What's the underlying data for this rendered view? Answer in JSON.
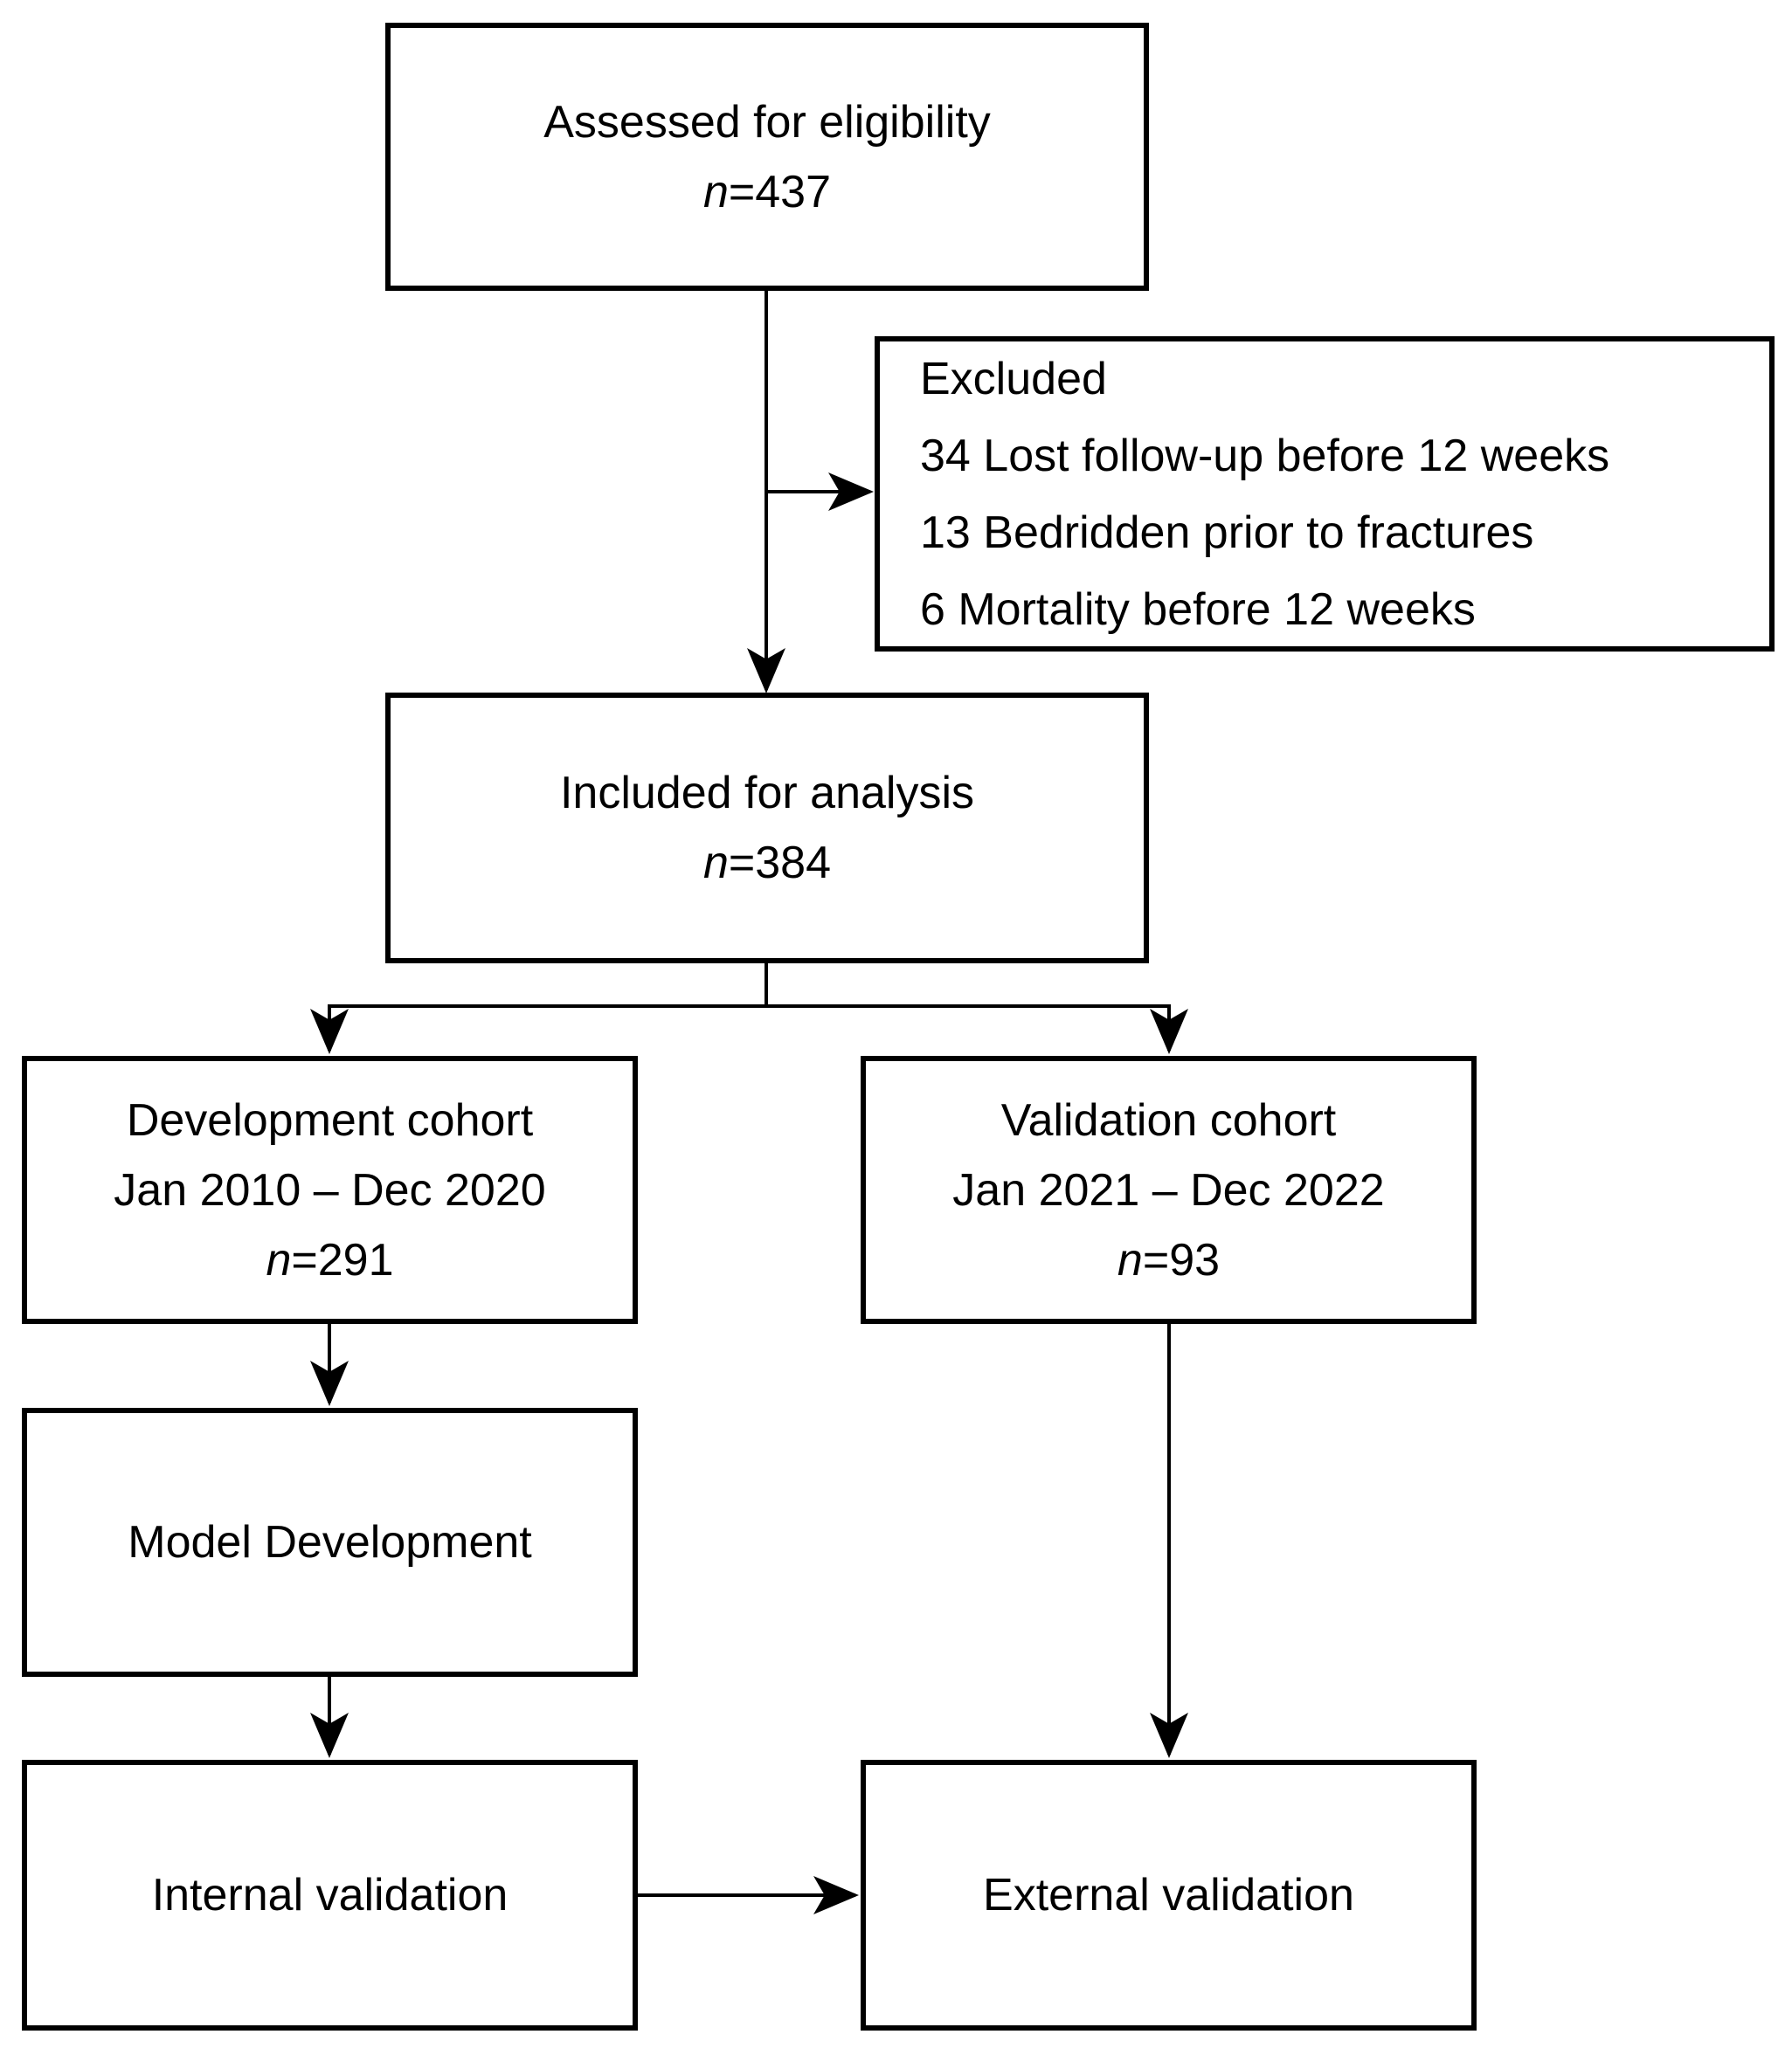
{
  "colors": {
    "background": "#ffffff",
    "box_fill": "#ffffff",
    "line": "#000000",
    "text": "#000000"
  },
  "boxes": {
    "assessed": {
      "title": "Assessed for eligibility",
      "n_italic": "n",
      "n_text": "=437"
    },
    "excluded": {
      "title": "Excluded",
      "items": [
        "34 Lost follow-up before 12 weeks",
        "13 Bedridden prior to fractures",
        "6 Mortality before 12 weeks"
      ]
    },
    "included": {
      "title": "Included for analysis",
      "n_italic": "n",
      "n_text": "=384"
    },
    "development_cohort": {
      "title": "Development cohort",
      "period": "Jan 2010 – Dec 2020",
      "n_italic": "n",
      "n_text": "=291"
    },
    "validation_cohort": {
      "title": "Validation cohort",
      "period": "Jan 2021 – Dec 2022",
      "n_italic": "n",
      "n_text": "=93"
    },
    "model_development": {
      "title": "Model Development"
    },
    "internal_validation": {
      "title": "Internal validation"
    },
    "external_validation": {
      "title": "External validation"
    }
  }
}
